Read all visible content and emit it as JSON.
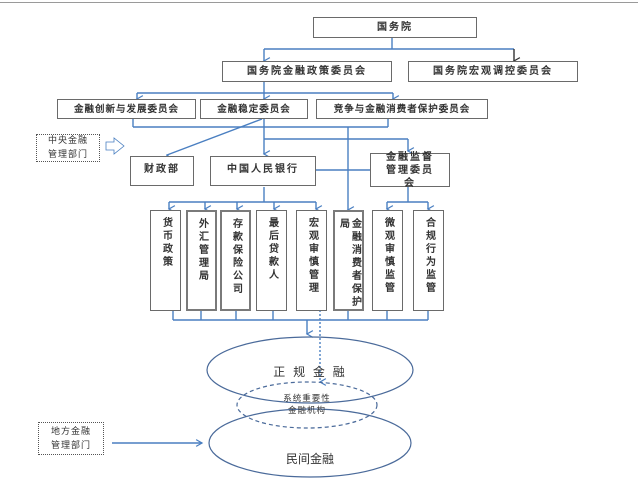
{
  "diagram": {
    "type": "organizational-chart",
    "top": {
      "label": "国务院"
    },
    "level2": [
      {
        "label": "国务院金融政策委员会"
      },
      {
        "label": "国务院宏观调控委员会"
      }
    ],
    "level3": [
      {
        "label": "金融创新与发展委员会"
      },
      {
        "label": "金融稳定委员会"
      },
      {
        "label": "竞争与金融消费者保护委员会"
      }
    ],
    "central_dept": {
      "line1": "中央金融",
      "line2": "管理部门"
    },
    "level4": [
      {
        "label": "财政部"
      },
      {
        "label": "中国人民银行"
      },
      {
        "label": "金融监督管理委员会"
      }
    ],
    "level5": [
      {
        "label": "货币政策"
      },
      {
        "label": "外汇管理局"
      },
      {
        "label": "存款保险公司"
      },
      {
        "label": "最后贷款人"
      },
      {
        "label": "宏观审慎管理"
      },
      {
        "label": "金融消费者保护局"
      },
      {
        "label": "微观审慎监管"
      },
      {
        "label": "合规行为监管"
      }
    ],
    "formal_finance": {
      "label": "正 规 金 融"
    },
    "sifi": {
      "line1": "系统重要性",
      "line2": "金融机构"
    },
    "private_finance": {
      "label": "民间金融"
    },
    "local_dept": {
      "line1": "地方金融",
      "line2": "管理部门"
    },
    "colors": {
      "line": "#4a7fc1",
      "box_border": "#6a6a6a",
      "ellipse": "#4a6a9a"
    }
  }
}
